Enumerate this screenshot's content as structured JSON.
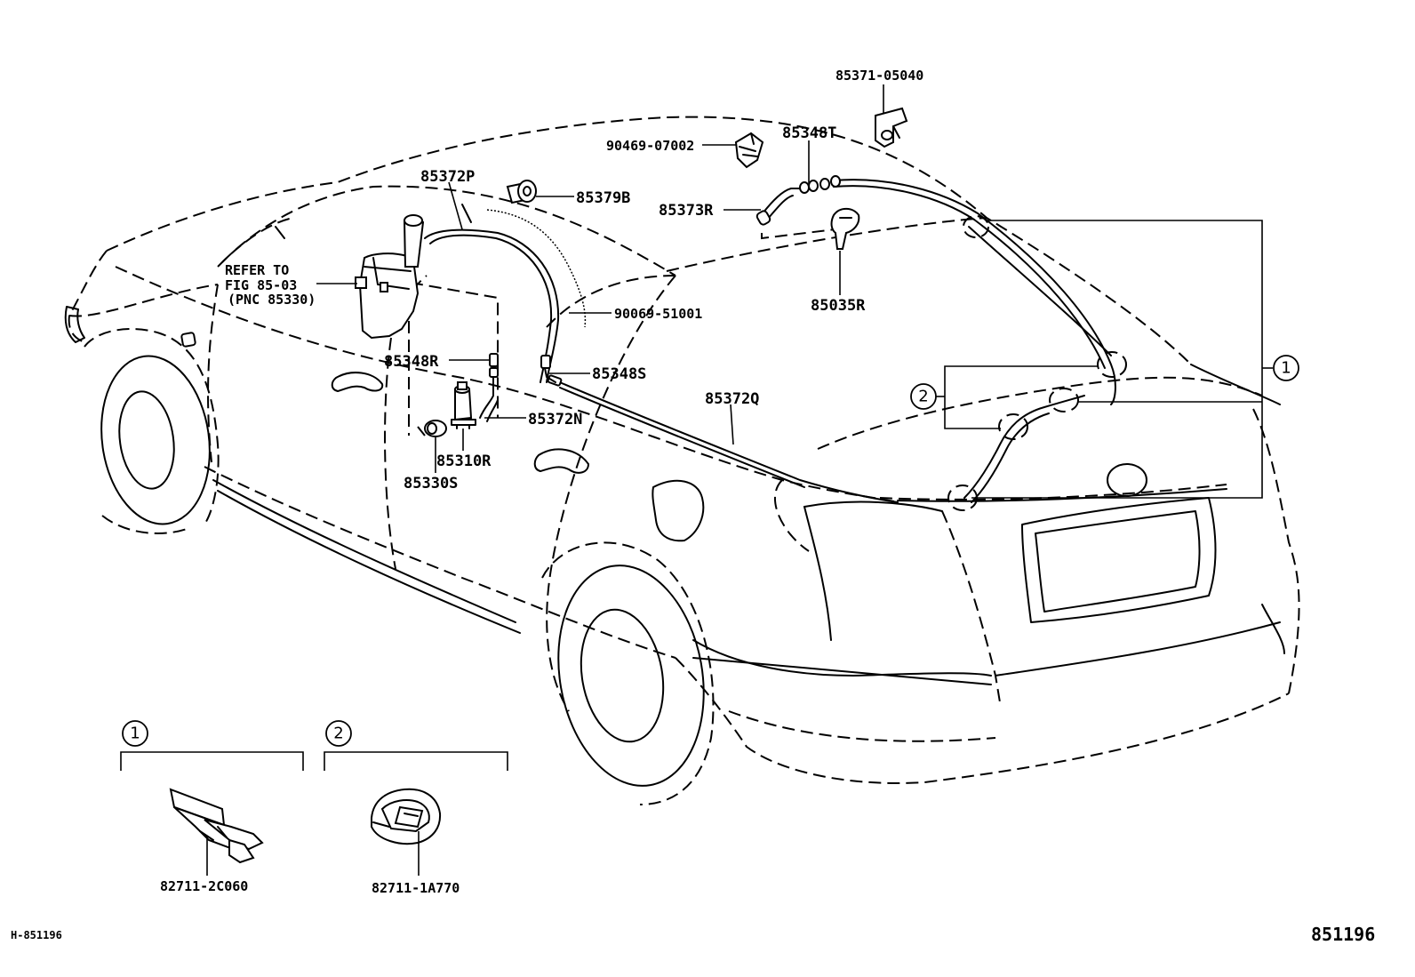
{
  "parts": {
    "p85371_05040": "85371-05040",
    "p90469_07002": "90469-07002",
    "p85348T": "85348T",
    "p85372P": "85372P",
    "p85379B": "85379B",
    "p85373R": "85373R",
    "p85035R": "85035R",
    "p90069_51001": "90069-51001",
    "p85348R": "85348R",
    "p85348S": "85348S",
    "p85372Q": "85372Q",
    "p85372N": "85372N",
    "p85310R": "85310R",
    "p85330S": "85330S",
    "p82711_2C060": "82711-2C060",
    "p82711_1A770": "82711-1A770"
  },
  "refer": {
    "line1": "REFER TO",
    "line2": "FIG 85-03",
    "line3": "(PNC 85330)"
  },
  "callouts": {
    "one": "1",
    "two": "2"
  },
  "footer": {
    "left_code": "H-851196",
    "right_code": "851196"
  }
}
